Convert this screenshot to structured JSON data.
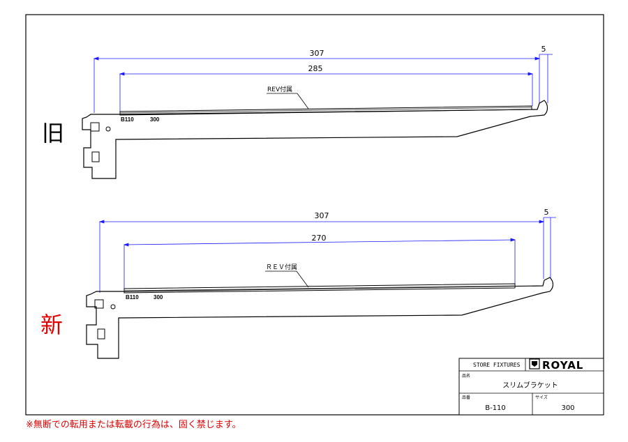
{
  "labels": {
    "old": "旧",
    "new": "新"
  },
  "old_bracket": {
    "overall_dim": "307",
    "tip_dim": "5",
    "rev_dim": "285",
    "rev_label": "REV付属",
    "part_code": "B110",
    "part_size": "300"
  },
  "new_bracket": {
    "overall_dim": "307",
    "tip_dim": "5",
    "rev_dim": "270",
    "rev_label": "ＲＥＶ付属",
    "part_code": "B110",
    "part_size": "300"
  },
  "title_block": {
    "store_fixtures": "STORE FIXTURES",
    "brand": "ROYAL",
    "item_name_label": "品名",
    "item_name": "スリムブラケット",
    "item_no_label": "品番",
    "item_no": "B-110",
    "size_label": "サイズ",
    "size": "300"
  },
  "footer_note": "※無断での転用または転載の行為は、固く禁じます。",
  "colors": {
    "dimension": "#1a1aff",
    "outline": "#000000",
    "new_label": "#e00000",
    "footer": "#e00000"
  }
}
